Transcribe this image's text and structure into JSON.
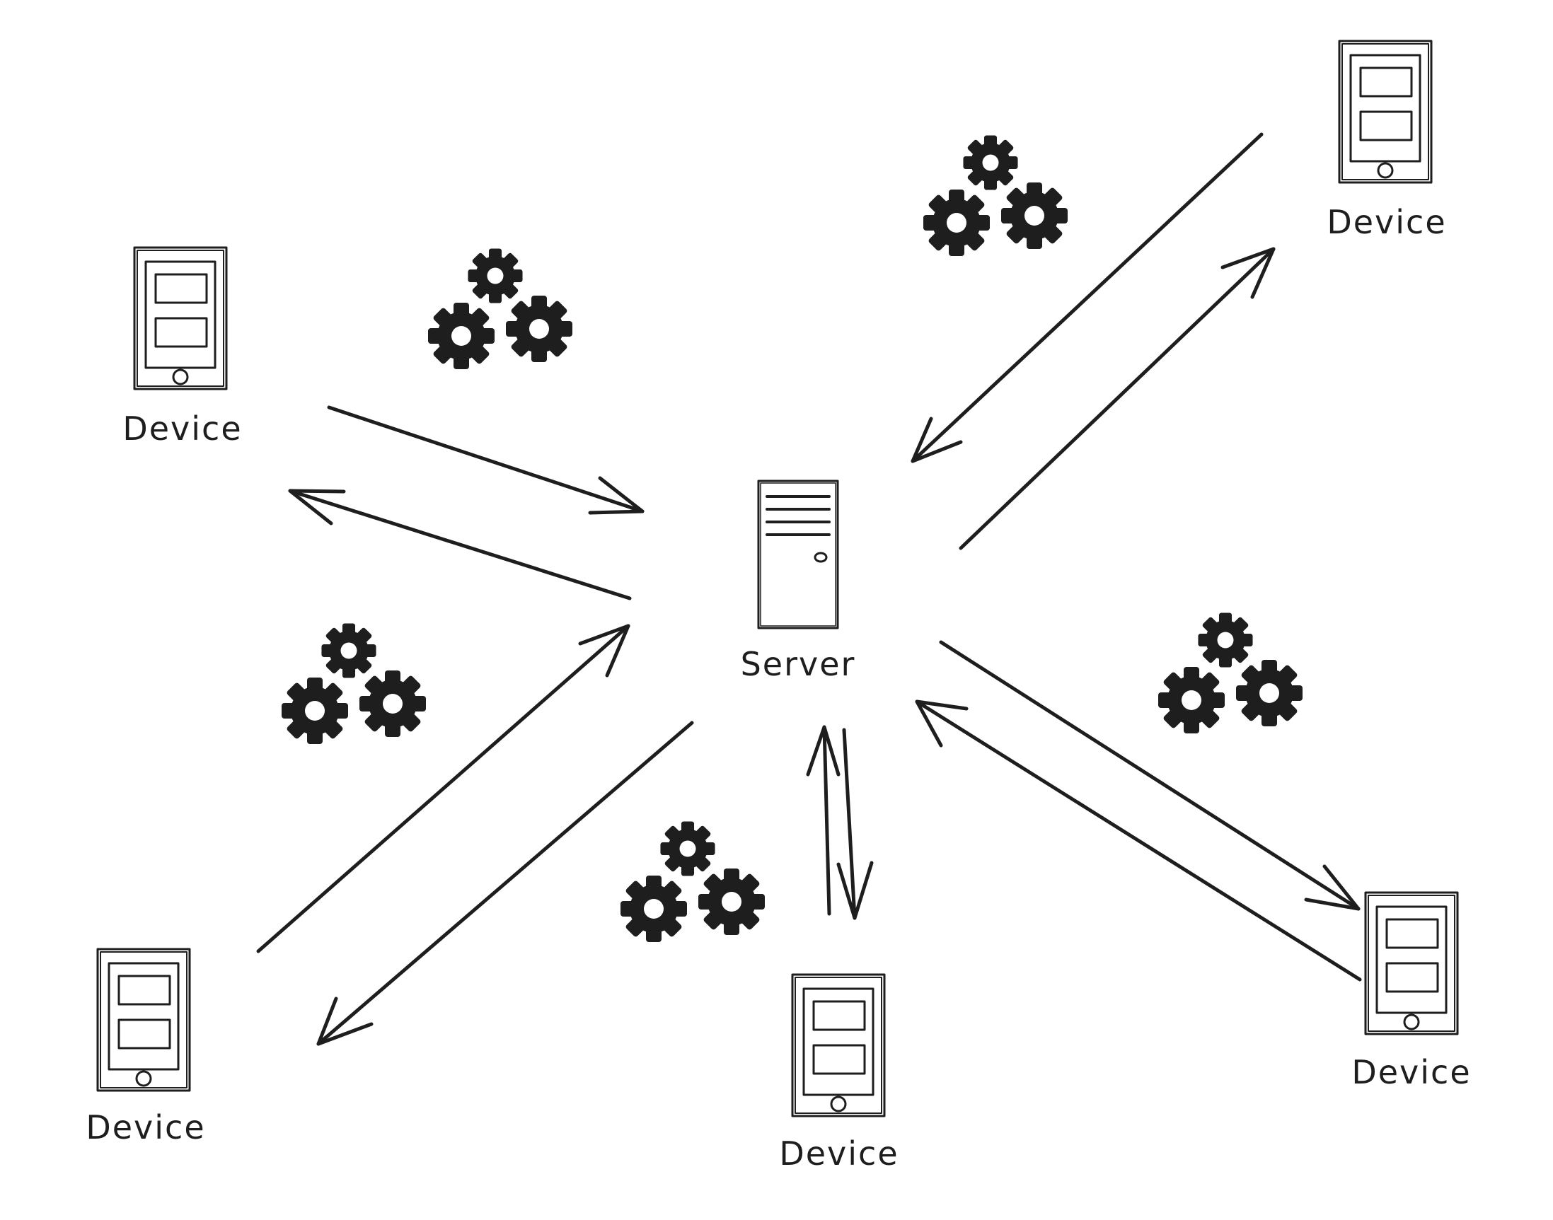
{
  "diagram": {
    "server": {
      "label": "Server"
    },
    "devices": [
      {
        "id": "device-left",
        "label": "Device"
      },
      {
        "id": "device-top-right",
        "label": "Device"
      },
      {
        "id": "device-bottom-left",
        "label": "Device"
      },
      {
        "id": "device-bottom-center",
        "label": "Device"
      },
      {
        "id": "device-bottom-right",
        "label": "Device"
      }
    ],
    "gear_icon": "gear-cluster-icon",
    "colors": {
      "ink": "#1e1e1e",
      "background": "#ffffff"
    }
  }
}
